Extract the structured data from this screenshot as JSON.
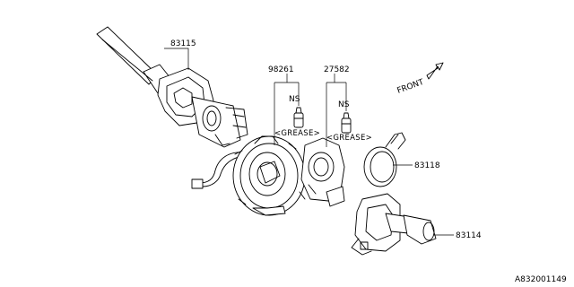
{
  "parts": {
    "p83115": "83115",
    "p98261": "98261",
    "p27582": "27582",
    "p83118": "83118",
    "p83114": "83114"
  },
  "notes": {
    "ns_1": "NS",
    "ns_2": "NS",
    "grease_1": "<GREASE>",
    "grease_2": "<GREASE>"
  },
  "front_label": "FRONT",
  "diagram_code": "A832001149"
}
